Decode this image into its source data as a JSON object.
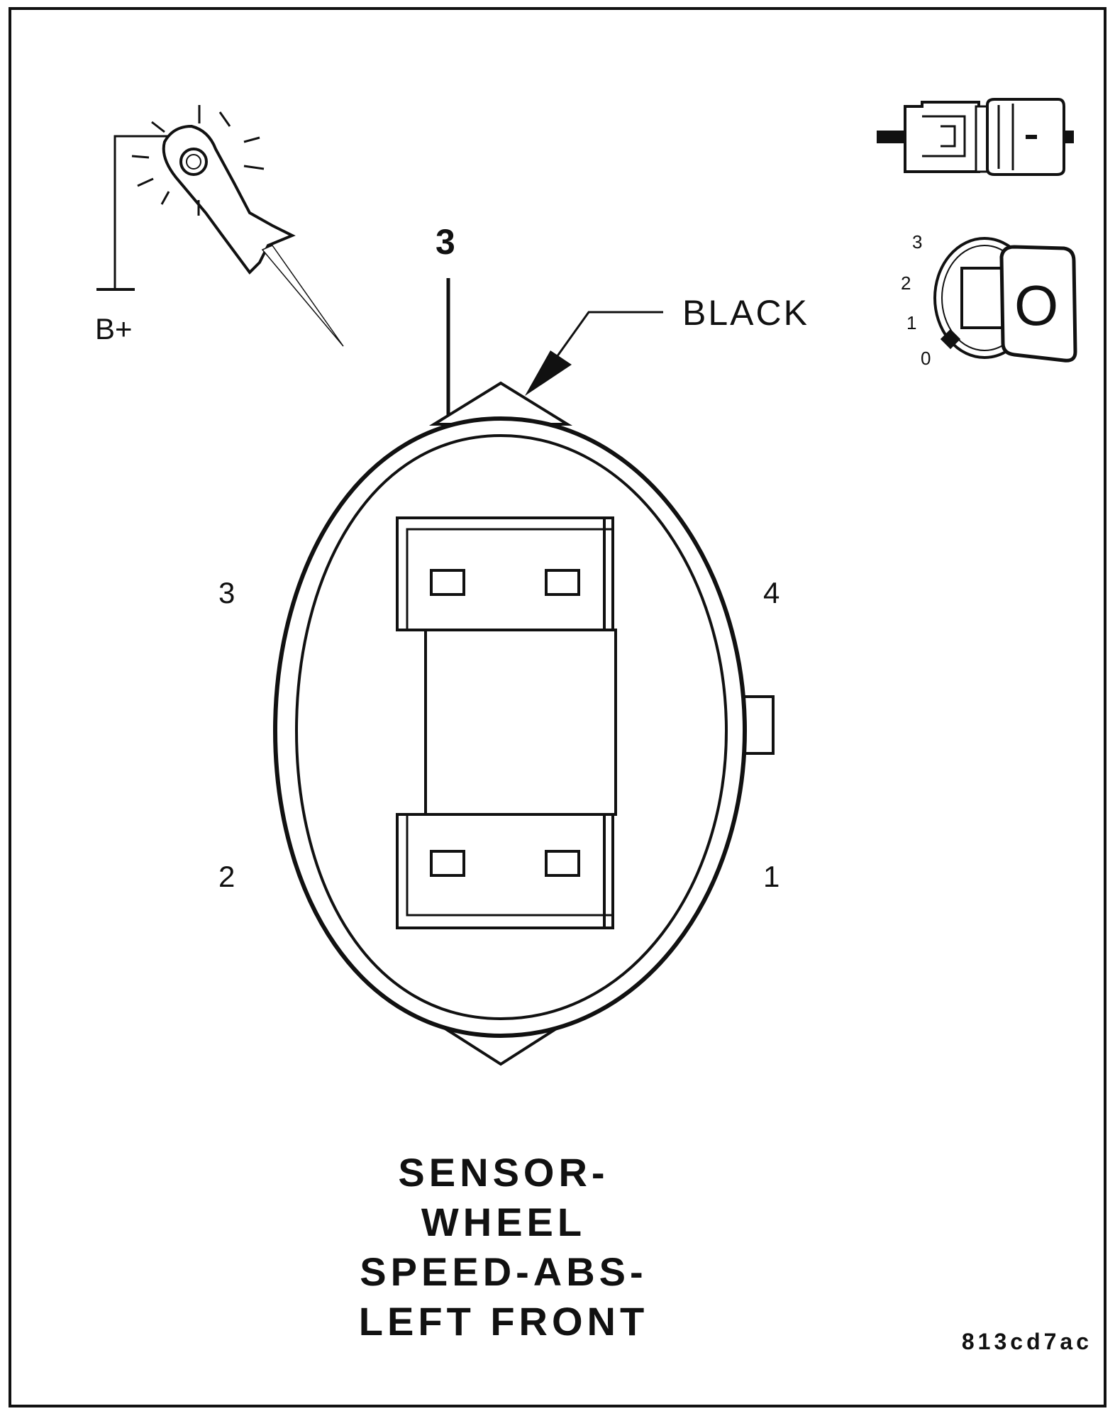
{
  "probe_legend": {
    "label": "B+"
  },
  "connector_legend": {
    "figure_id": "connector-icon"
  },
  "ignition_legend": {
    "positions": [
      "3",
      "2",
      "1",
      "0"
    ],
    "key_glyph": "O"
  },
  "wire_color": "BLACK",
  "test_cavity": "3",
  "cavity_labels": {
    "top_left": "3",
    "top_right": "4",
    "bottom_left": "2",
    "bottom_right": "1"
  },
  "caption": {
    "lines": [
      "SENSOR-",
      "WHEEL",
      "SPEED-ABS-",
      "LEFT FRONT"
    ]
  },
  "figure_code": "813cd7ac"
}
